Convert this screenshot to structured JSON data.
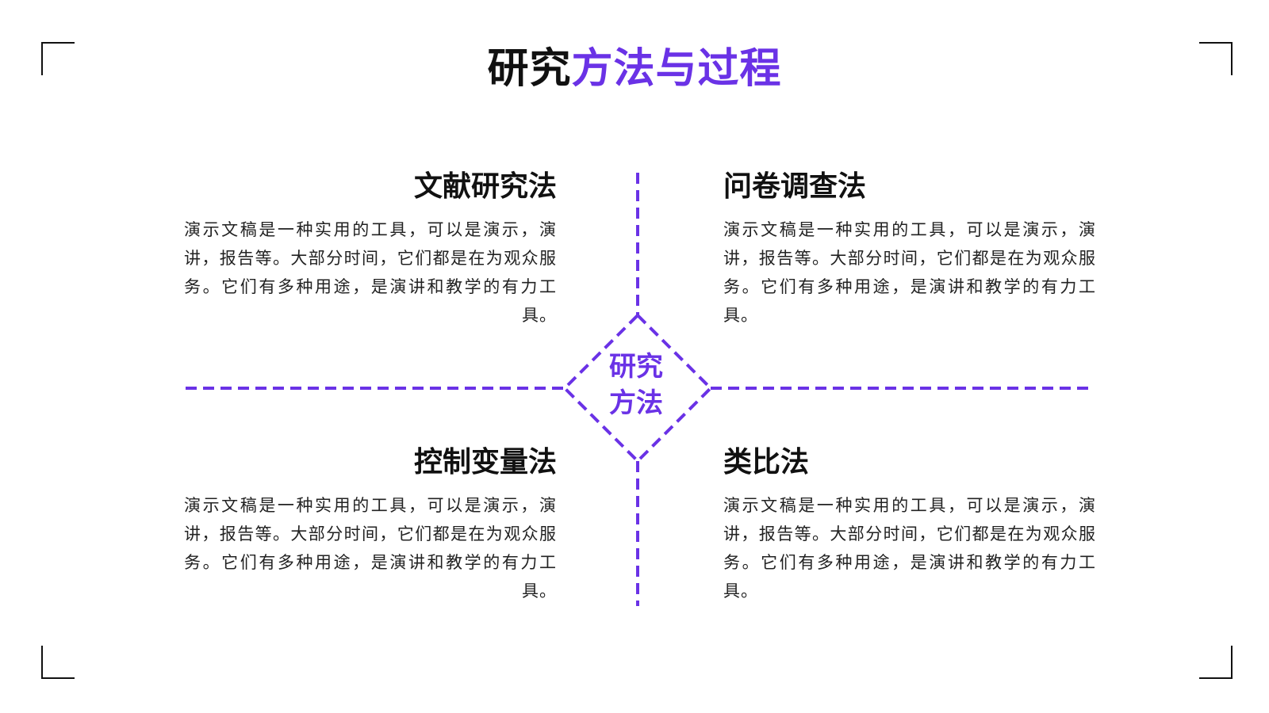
{
  "title": {
    "part1": "研究",
    "part2": "方法与过程"
  },
  "center": {
    "line1": "研究",
    "line2": "方法"
  },
  "methods": [
    {
      "title": "文献研究法",
      "body": "演示文稿是一种实用的工具，可以是演示，演讲，报告等。大部分时间，它们都是在为观众服务。它们有多种用途，是演讲和教学的有力工具。"
    },
    {
      "title": "问卷调查法",
      "body": "演示文稿是一种实用的工具，可以是演示，演讲，报告等。大部分时间，它们都是在为观众服务。它们有多种用途，是演讲和教学的有力工具。"
    },
    {
      "title": "控制变量法",
      "body": "演示文稿是一种实用的工具，可以是演示，演讲，报告等。大部分时间，它们都是在为观众服务。它们有多种用途，是演讲和教学的有力工具。"
    },
    {
      "title": "类比法",
      "body": "演示文稿是一种实用的工具，可以是演示，演讲，报告等。大部分时间，它们都是在为观众服务。它们有多种用途，是演讲和教学的有力工具。"
    }
  ],
  "colors": {
    "accent": "#6a32e6",
    "text": "#111111"
  }
}
